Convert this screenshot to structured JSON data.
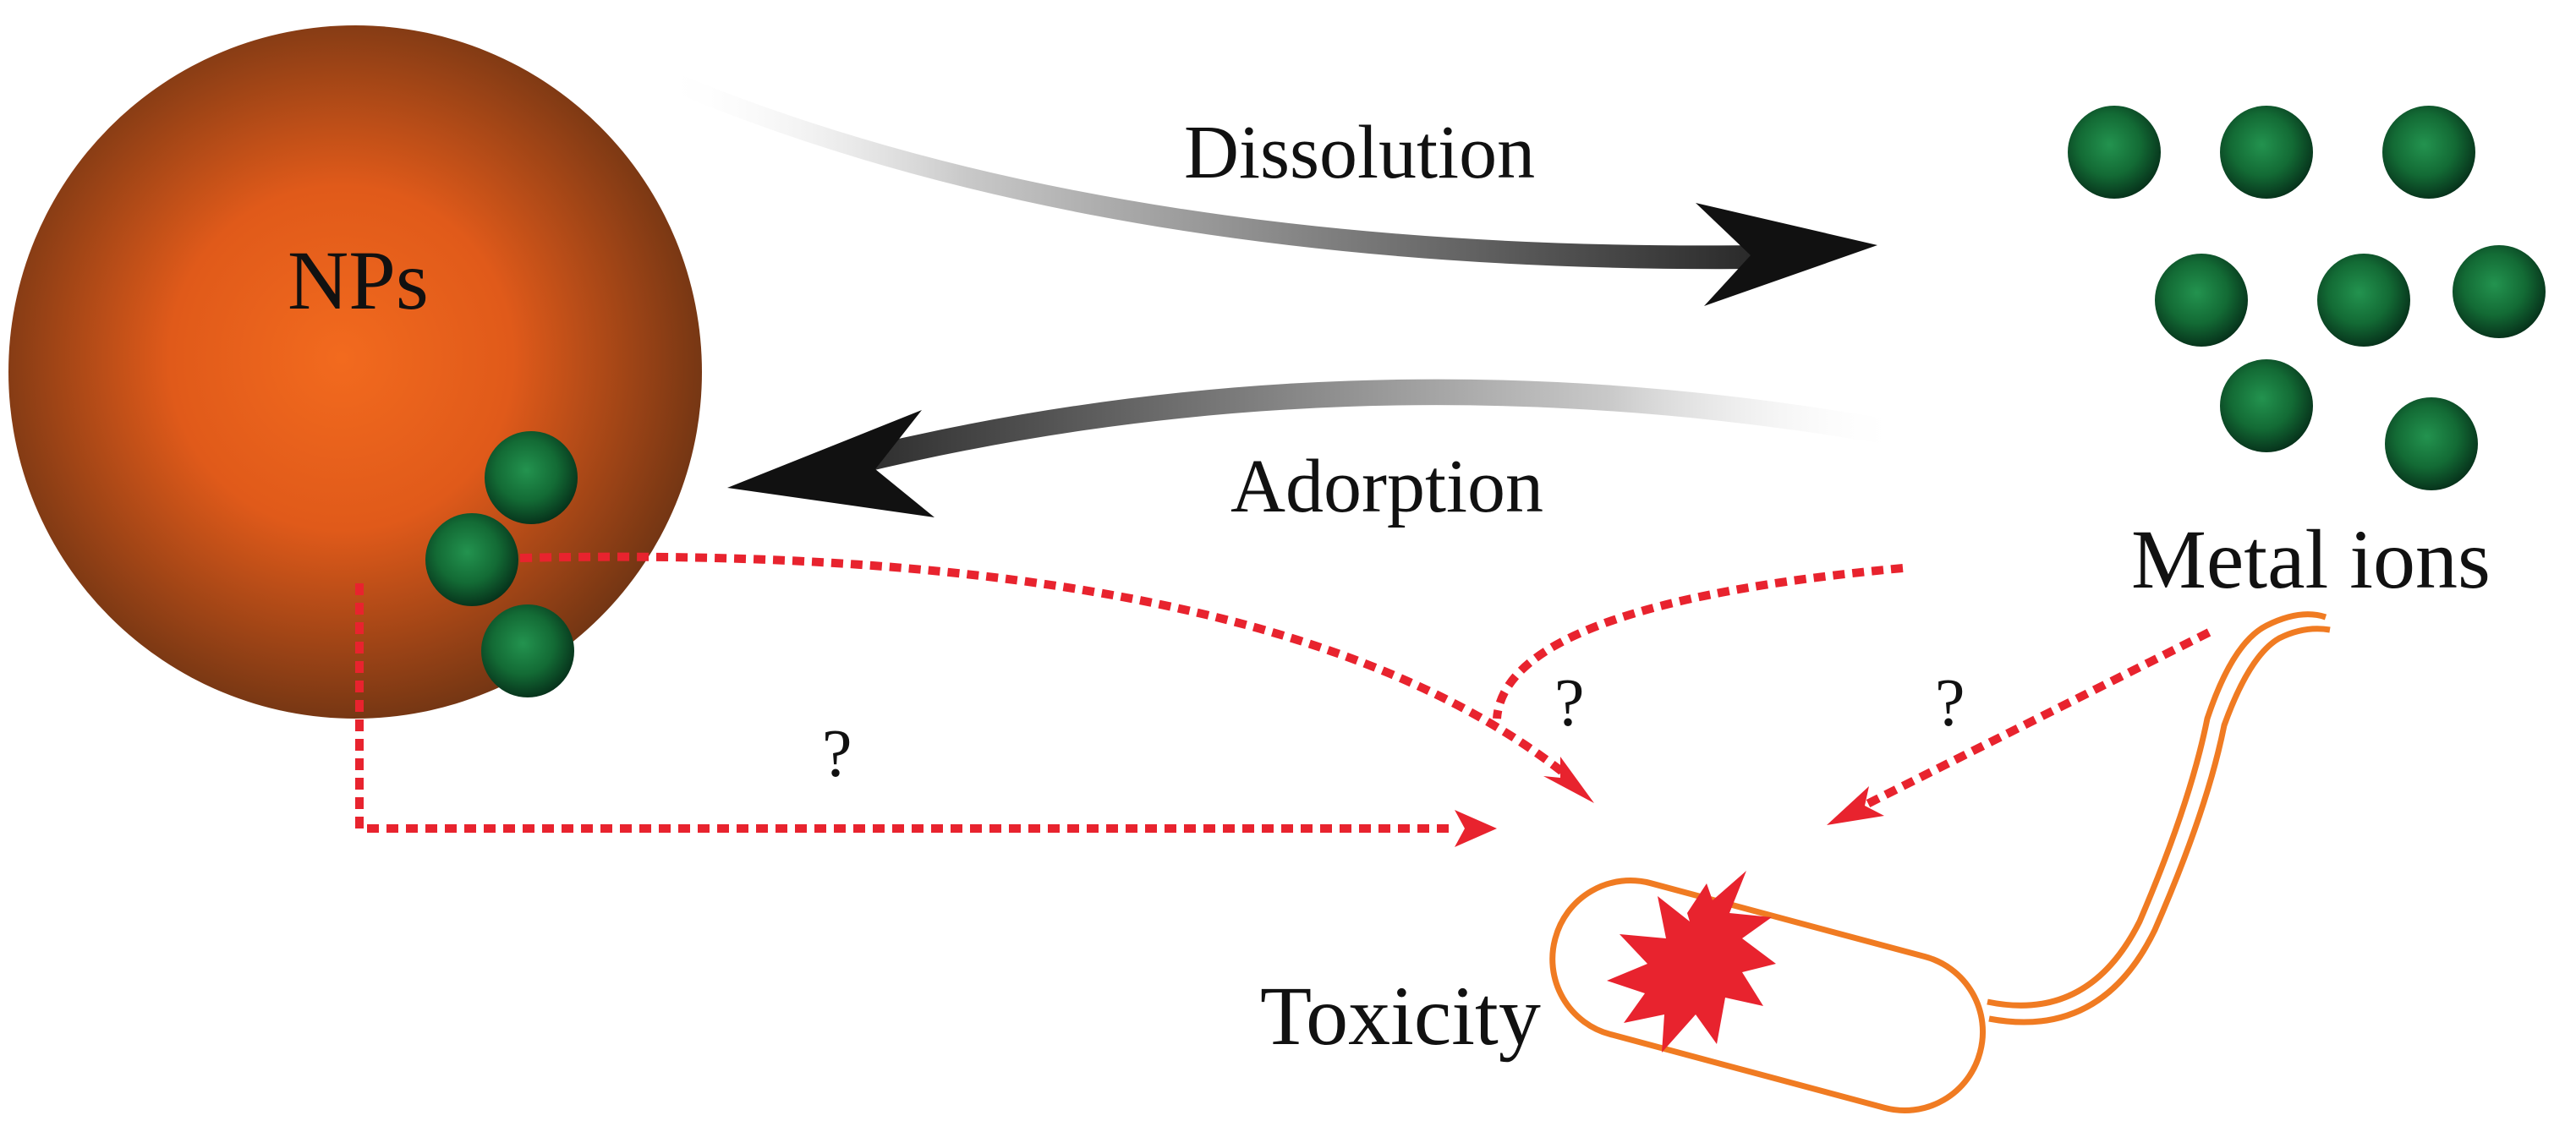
{
  "labels": {
    "nps": "NPs",
    "dissolution": "Dissolution",
    "adsorption": "Adorption",
    "metal_ions": "Metal ions",
    "toxicity": "Toxicity",
    "question_mark": "?"
  },
  "colors": {
    "np_center": "#f26a1e",
    "np_edge": "#6b3313",
    "ion_center": "#1f8a4c",
    "ion_edge": "#0b3b1e",
    "red_path": "#e8232e",
    "bacterium_outline": "#f07b22",
    "arrow_dark": "#1a1a1a",
    "text": "#111111"
  },
  "icons": {
    "toxicity_burst": "starburst-icon",
    "bacterium": "rod-bacterium-with-flagellum"
  }
}
